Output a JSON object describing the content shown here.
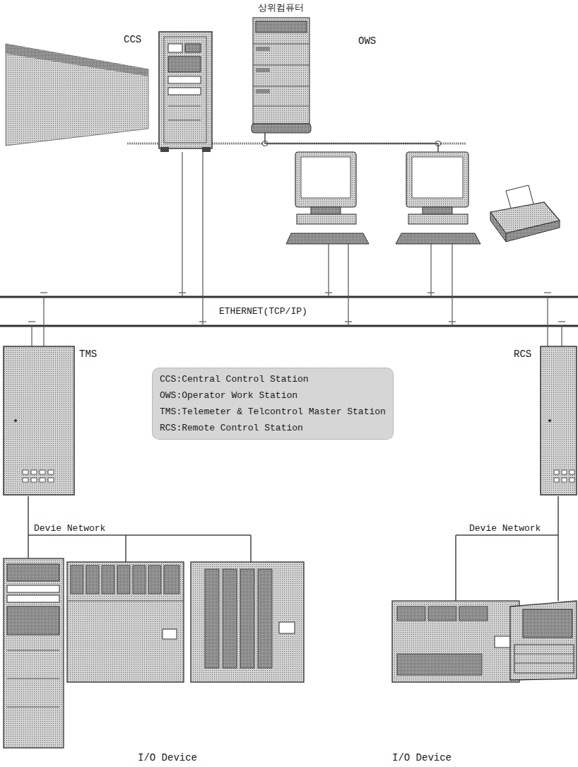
{
  "diagram": {
    "nodes": [
      {
        "text": [
          "상위컴퓨터"
        ]
      },
      {
        "text": [
          "CCS"
        ]
      },
      {
        "text": [
          "OWS"
        ]
      },
      {
        "text": [
          "TMS"
        ]
      },
      {
        "text": [
          "RCS"
        ]
      },
      {
        "text": [
          "CCS:Central Control Station",
          "OWS:Operator Work Station",
          "TMS:Telemeter & Telcontrol Master Station",
          "RCS:Remote Control Station"
        ]
      },
      {
        "text": [
          "I/O Device"
        ]
      },
      {
        "text": [
          "I/O Device"
        ]
      }
    ],
    "edges": [
      {
        "from": 0,
        "to": 2,
        "arrow": "none"
      },
      {
        "from": 3,
        "to": 6,
        "arrow": "none"
      },
      {
        "from": 4,
        "to": 7,
        "arrow": "none"
      }
    ],
    "labels": [
      "ETHERNET(TCP/IP)",
      "Devie Network",
      "Devie Network"
    ]
  }
}
